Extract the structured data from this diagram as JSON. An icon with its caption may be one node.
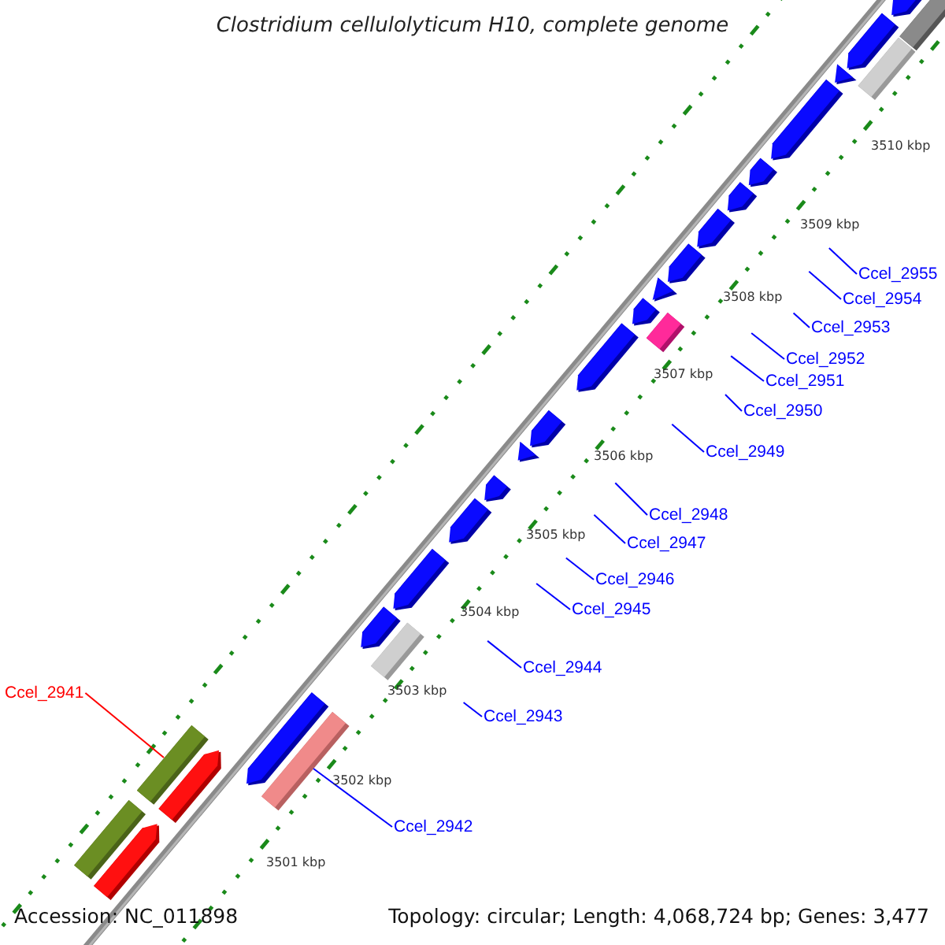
{
  "diagram": {
    "title": "Clostridium cellulolyticum H10, complete genome",
    "nodes": [
      {
        "text": [
          "Ccel_2955"
        ]
      },
      {
        "text": [
          "Ccel_2954"
        ]
      },
      {
        "text": [
          "Ccel_2953"
        ]
      },
      {
        "text": [
          "Ccel_2952"
        ]
      },
      {
        "text": [
          "Ccel_2951"
        ]
      },
      {
        "text": [
          "Ccel_2950"
        ]
      },
      {
        "text": [
          "Ccel_2949"
        ]
      },
      {
        "text": [
          "Ccel_2948"
        ]
      },
      {
        "text": [
          "Ccel_2947"
        ]
      },
      {
        "text": [
          "Ccel_2946"
        ]
      },
      {
        "text": [
          "Ccel_2945"
        ]
      },
      {
        "text": [
          "Ccel_2944"
        ]
      },
      {
        "text": [
          "Ccel_2941"
        ]
      },
      {
        "text": [
          "Ccel_2943"
        ]
      },
      {
        "text": [
          "Ccel_2942"
        ]
      },
      {
        "text": [],
        "shape": "bar"
      },
      {
        "text": [],
        "shape": "bar"
      },
      {
        "text": [],
        "shape": "bar"
      }
    ],
    "edges": [
      {
        "from": 0,
        "to": null,
        "arrow": "none"
      },
      {
        "from": 1,
        "to": null,
        "arrow": "none"
      },
      {
        "from": 2,
        "to": null,
        "arrow": "none"
      },
      {
        "from": 3,
        "to": null,
        "arrow": "none"
      },
      {
        "from": 4,
        "to": null,
        "arrow": "none"
      },
      {
        "from": 5,
        "to": null,
        "arrow": "none"
      },
      {
        "from": 6,
        "to": null,
        "arrow": "none"
      },
      {
        "from": 7,
        "to": null,
        "arrow": "none"
      },
      {
        "from": 8,
        "to": null,
        "arrow": "none"
      },
      {
        "from": 9,
        "to": null,
        "arrow": "none"
      },
      {
        "from": 10,
        "to": null,
        "arrow": "none"
      },
      {
        "from": 11,
        "to": null,
        "arrow": "none"
      },
      {
        "from": 12,
        "to": 16,
        "arrow": "none",
        "color": "#ff0000"
      },
      {
        "from": 13,
        "to": null,
        "arrow": "none"
      },
      {
        "from": 14,
        "to": 17,
        "arrow": "none"
      }
    ],
    "labels": [
      "3510 kbp",
      "3509 kbp",
      "3508 kbp",
      "3507 kbp",
      "3506 kbp",
      "3505 kbp",
      "3504 kbp",
      "3503 kbp",
      "3502 kbp",
      "3501 kbp",
      "Accession: NC_011898",
      "Topology: circular; Length: 4,068,724 bp; Genes: 3,477"
    ]
  }
}
